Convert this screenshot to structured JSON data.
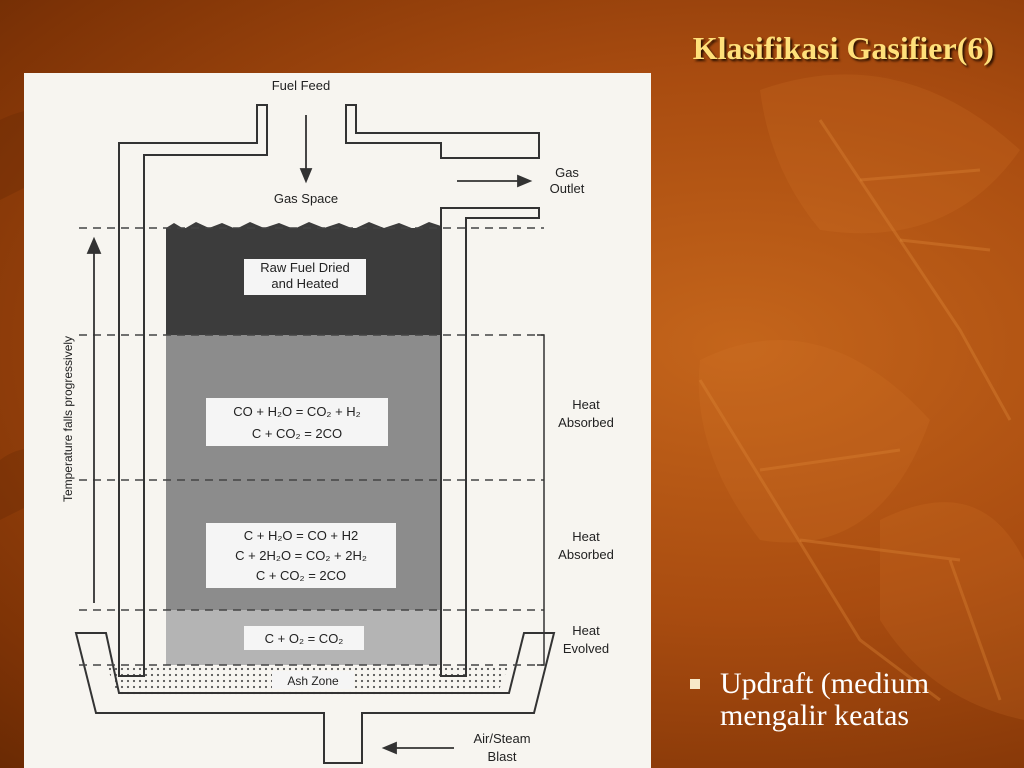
{
  "slide": {
    "title": "Klasifikasi Gasifier(6)",
    "bullet_text_line1": "Updraft (medium",
    "bullet_text_line2": "mengalir keatas"
  },
  "diagram": {
    "fuel_feed": "Fuel Feed",
    "gas_space": "Gas Space",
    "gas_outlet_1": "Gas",
    "gas_outlet_2": "Outlet",
    "raw_fuel_1": "Raw Fuel Dried",
    "raw_fuel_2": "and Heated",
    "zone2_eq1": "CO + H₂O = CO₂ + H₂",
    "zone2_eq2": "C + CO₂ = 2CO",
    "zone3_eq1": "C + H₂O = CO + H2",
    "zone3_eq2": "C + 2H₂O = CO₂ + 2H₂",
    "zone3_eq3": "C + CO₂ = 2CO",
    "zone4_eq1": "C + O₂ = CO₂",
    "ash_zone": "Ash Zone",
    "temperature_label": "Temperature falls progressively",
    "heat1_1": "Heat",
    "heat1_2": "Absorbed",
    "heat2_1": "Heat",
    "heat2_2": "Absorbed",
    "heat3_1": "Heat",
    "heat3_2": "Evolved",
    "air_steam_1": "Air/Steam",
    "air_steam_2": "Blast"
  },
  "colors": {
    "title": "#ffe07a",
    "background": "#a94c10",
    "zone_raw_fuel": "#3c3c3c",
    "zone_reduction": "#8c8c8c",
    "zone_combustion": "#b4b4b4",
    "ash": "#d9d9d9"
  }
}
